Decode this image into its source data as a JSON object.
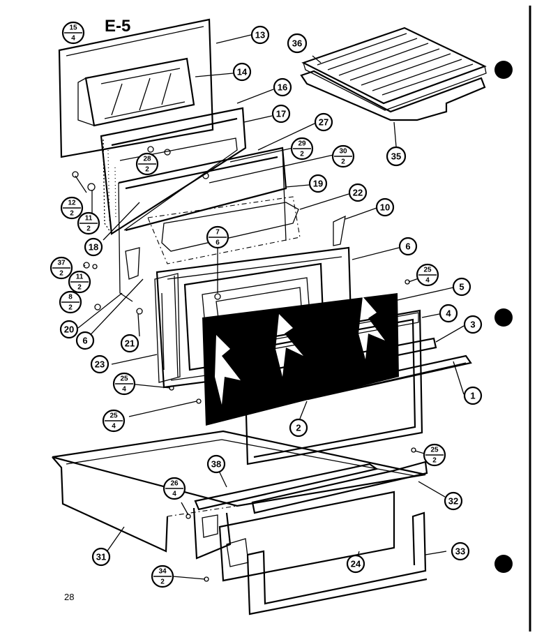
{
  "title": "E-5",
  "page_number": "28",
  "colors": {
    "ink": "#000000",
    "paper": "#ffffff"
  },
  "callouts": {
    "c13": "13",
    "c14": "14",
    "c16": "16",
    "c17": "17",
    "c27": "27",
    "c19a": "19",
    "c22": "22",
    "c10": "10",
    "c6a": "6",
    "c5": "5",
    "c4": "4",
    "c3": "3",
    "c1": "1",
    "c2": "2",
    "c36": "36",
    "c35": "35",
    "c18": "18",
    "c20": "20",
    "c6b": "6",
    "c21": "21",
    "c23": "23",
    "c31": "31",
    "c38": "38",
    "c32": "32",
    "c33": "33",
    "c24": "24"
  },
  "fractions": {
    "f15_4": {
      "top": "15",
      "bottom": "4"
    },
    "f28_2": {
      "top": "28",
      "bottom": "2"
    },
    "f29_2": {
      "top": "29",
      "bottom": "2"
    },
    "f30_2": {
      "top": "30",
      "bottom": "2"
    },
    "f12_2": {
      "top": "12",
      "bottom": "2"
    },
    "f11_2a": {
      "top": "11",
      "bottom": "2"
    },
    "f7_6": {
      "top": "7",
      "bottom": "6"
    },
    "f37_2": {
      "top": "37",
      "bottom": "2"
    },
    "f11_2b": {
      "top": "11",
      "bottom": "2"
    },
    "f8_2": {
      "top": "8",
      "bottom": "2"
    },
    "f25_4a": {
      "top": "25",
      "bottom": "4"
    },
    "f25_4b": {
      "top": "25",
      "bottom": "4"
    },
    "f25_4c": {
      "top": "25",
      "bottom": "4"
    },
    "f25_2": {
      "top": "25",
      "bottom": "2"
    },
    "f26_4": {
      "top": "26",
      "bottom": "4"
    },
    "f34_2": {
      "top": "34",
      "bottom": "2"
    }
  }
}
